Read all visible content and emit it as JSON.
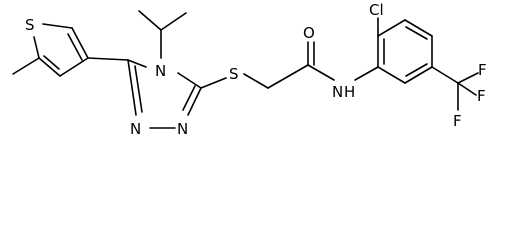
{
  "atoms": {
    "s_thiophene": "S",
    "s_thioether": "S",
    "n_ring_4": "N",
    "n_ring_1": "N",
    "n_ring_2": "N",
    "o_carbonyl": "O",
    "n_amide": "N",
    "h_amide": "H",
    "cl": "Cl",
    "f_1": "F",
    "f_2": "F",
    "f_3": "F"
  },
  "colors": {
    "ink": "#000000",
    "background": "#ffffff"
  }
}
